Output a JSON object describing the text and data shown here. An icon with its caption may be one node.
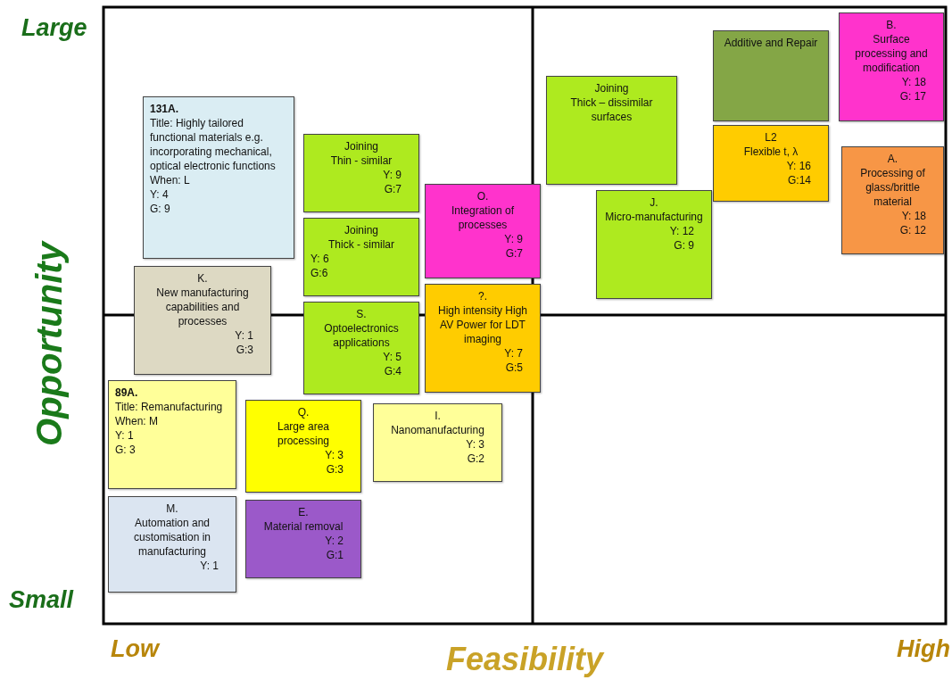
{
  "diagram": {
    "nodes": [
      {
        "text": [
          "Additive and Repair"
        ]
      },
      {
        "text": [
          "B.",
          "Surface processing and modification",
          "Y: 18",
          "G: 17"
        ]
      },
      {
        "text": [
          "Joining",
          "Thick – dissimilar surfaces"
        ]
      },
      {
        "text": [
          "131A.",
          "Title: Highly tailored functional materials e.g. incorporating mechanical, optical electronic functions",
          "When: L",
          "Y: 4",
          "G: 9"
        ]
      },
      {
        "text": [
          "Joining",
          "Thin - similar",
          "Y: 9",
          "G:7"
        ]
      },
      {
        "text": [
          "L2",
          "Flexible t, λ",
          "Y: 16",
          "G:14"
        ]
      },
      {
        "text": [
          "A.",
          "Processing of glass/brittle material",
          "Y: 18",
          "G: 12"
        ]
      },
      {
        "text": [
          "J.",
          "Micro-manufacturing",
          "Y: 12",
          "G: 9"
        ]
      },
      {
        "text": [
          "Joining",
          "Thick - similar",
          "Y: 6",
          "G:6"
        ]
      },
      {
        "text": [
          "O.",
          "Integration of processes",
          "Y: 9",
          "G:7"
        ]
      },
      {
        "text": [
          "?.",
          "High intensity High AV Power for LDT imaging",
          "Y: 7",
          "G:5"
        ]
      },
      {
        "text": [
          "K.",
          "New manufacturing capabilities and processes",
          "Y: 1",
          "G:3"
        ]
      },
      {
        "text": [
          "S.",
          "Optoelectronics applications",
          "Y: 5",
          "G:4"
        ]
      },
      {
        "text": [
          "89A.",
          "Title: Remanufacturing",
          "When: M",
          "Y: 1",
          "G: 3"
        ]
      },
      {
        "text": [
          "Q.",
          "Large area processing",
          "Y: 3",
          "G:3"
        ]
      },
      {
        "text": [
          "M.",
          "Automation and customisation in manufacturing",
          "Y: 1"
        ]
      },
      {
        "text": [
          "I.",
          "Nanomanufacturing",
          "Y: 3",
          "G:2"
        ]
      },
      {
        "text": [
          "E.",
          "Material removal",
          "Y: 2",
          "G:1"
        ]
      }
    ],
    "labels": [
      "Large",
      "Small",
      "Opportunity",
      "Low",
      "Feasibility",
      "High"
    ]
  }
}
